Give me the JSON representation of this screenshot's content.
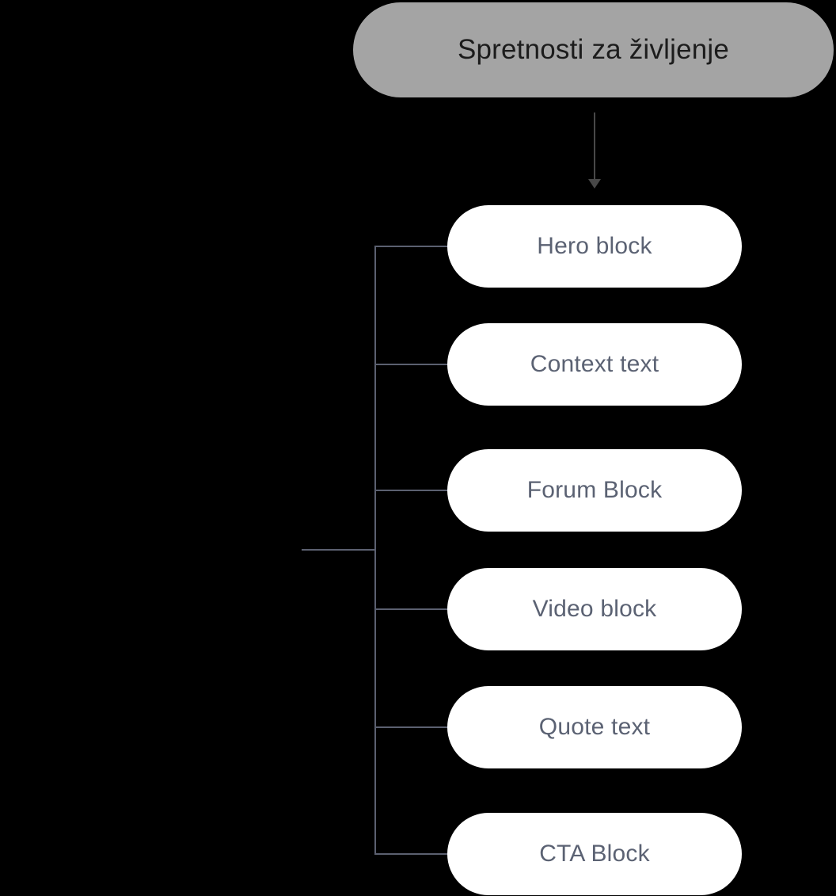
{
  "diagram": {
    "root": {
      "label": "Spretnosti za življenje"
    },
    "children": [
      {
        "label": "Hero block"
      },
      {
        "label": "Context text"
      },
      {
        "label": "Forum Block"
      },
      {
        "label": "Video block"
      },
      {
        "label": "Quote text"
      },
      {
        "label": "CTA Block"
      }
    ]
  },
  "colors": {
    "background": "#000000",
    "root_fill": "#a4a4a4",
    "root_text": "#1c1c1c",
    "child_fill": "#ffffff",
    "child_text": "#5b6273",
    "connector": "#5b6070",
    "arrow": "#484848"
  }
}
